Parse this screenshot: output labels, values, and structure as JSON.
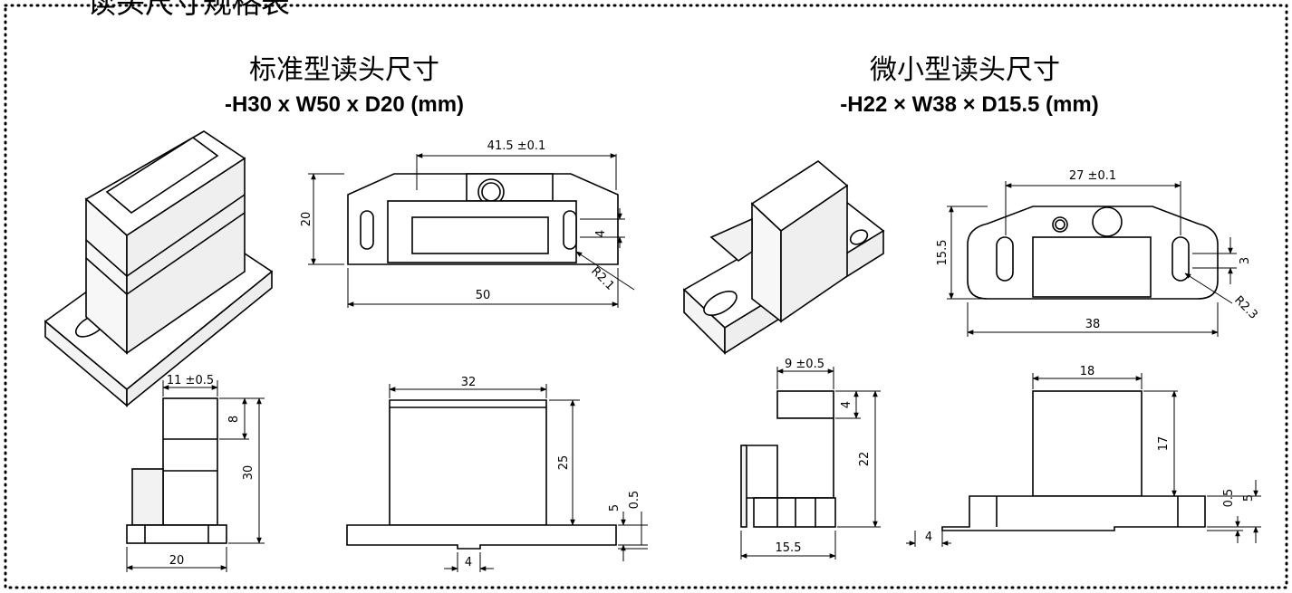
{
  "page_header": "读头尺寸规格表",
  "standard": {
    "title": "标准型读头尺寸",
    "size": "-H30 x W50 x D20 (mm)",
    "front": {
      "width": "41.5 ±0.1",
      "total_width": "50",
      "height": "20",
      "slot": "4",
      "radius": "R2.1"
    },
    "side": {
      "top": "11 ±0.5",
      "upper": "8",
      "height": "30",
      "base": "20"
    },
    "rear": {
      "top": "32",
      "body": "25",
      "base": "5",
      "lip": "0.5",
      "key": "4"
    }
  },
  "mini": {
    "title": "微小型读头尺寸",
    "size": "-H22 × W38 × D15.5 (mm)",
    "front": {
      "width": "27 ±0.1",
      "total_width": "38",
      "height": "15.5",
      "slot": "3",
      "radius": "R2.3"
    },
    "side": {
      "top": "9 ±0.5",
      "upper": "4",
      "height": "22",
      "base": "15.5"
    },
    "rear": {
      "top": "18",
      "body": "17",
      "lip": "0.5",
      "base": "5",
      "key": "4"
    }
  }
}
